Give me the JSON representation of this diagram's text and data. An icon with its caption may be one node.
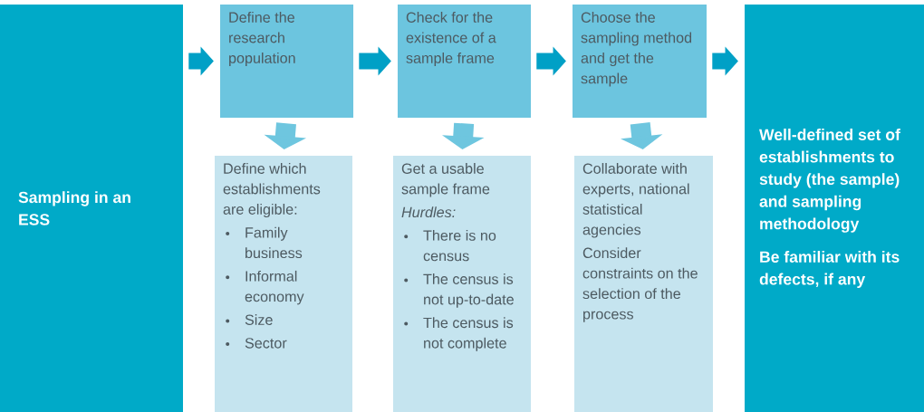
{
  "diagram": {
    "nodes": [
      {
        "text": [
          "Sampling in an ESS"
        ]
      },
      {
        "text": [
          "Define the research population"
        ]
      },
      {
        "text": [
          "Check for the existence of a sample frame"
        ]
      },
      {
        "text": [
          "Choose the sampling method and get the sample"
        ]
      },
      {
        "text": [
          "Well-defined set of establishments to study (the sample) and sampling methodology",
          "Be familiar with its defects, if any"
        ]
      },
      {
        "text": [
          "Define which establishments are eligible:",
          "Family business",
          "Informal economy",
          "Size",
          "Sector"
        ]
      },
      {
        "text": [
          "Get a usable sample frame",
          "Hurdles:",
          "There is no census",
          "The census is not up-to-date",
          "The census is not complete"
        ]
      },
      {
        "text": [
          "Collaborate with experts, national statistical agencies",
          "Consider constraints on the selection of the process"
        ]
      }
    ],
    "edges": [
      {
        "from": 0,
        "to": 1,
        "arrow": "to"
      },
      {
        "from": 1,
        "to": 2,
        "arrow": "to"
      },
      {
        "from": 2,
        "to": 3,
        "arrow": "to"
      },
      {
        "from": 3,
        "to": 4,
        "arrow": "to"
      },
      {
        "from": 1,
        "to": 5,
        "arrow": "to",
        "color": "#6ec6df"
      },
      {
        "from": 2,
        "to": 6,
        "arrow": "to",
        "color": "#6ec6df"
      },
      {
        "from": 3,
        "to": 7,
        "arrow": "to",
        "color": "#6ec6df"
      }
    ]
  }
}
